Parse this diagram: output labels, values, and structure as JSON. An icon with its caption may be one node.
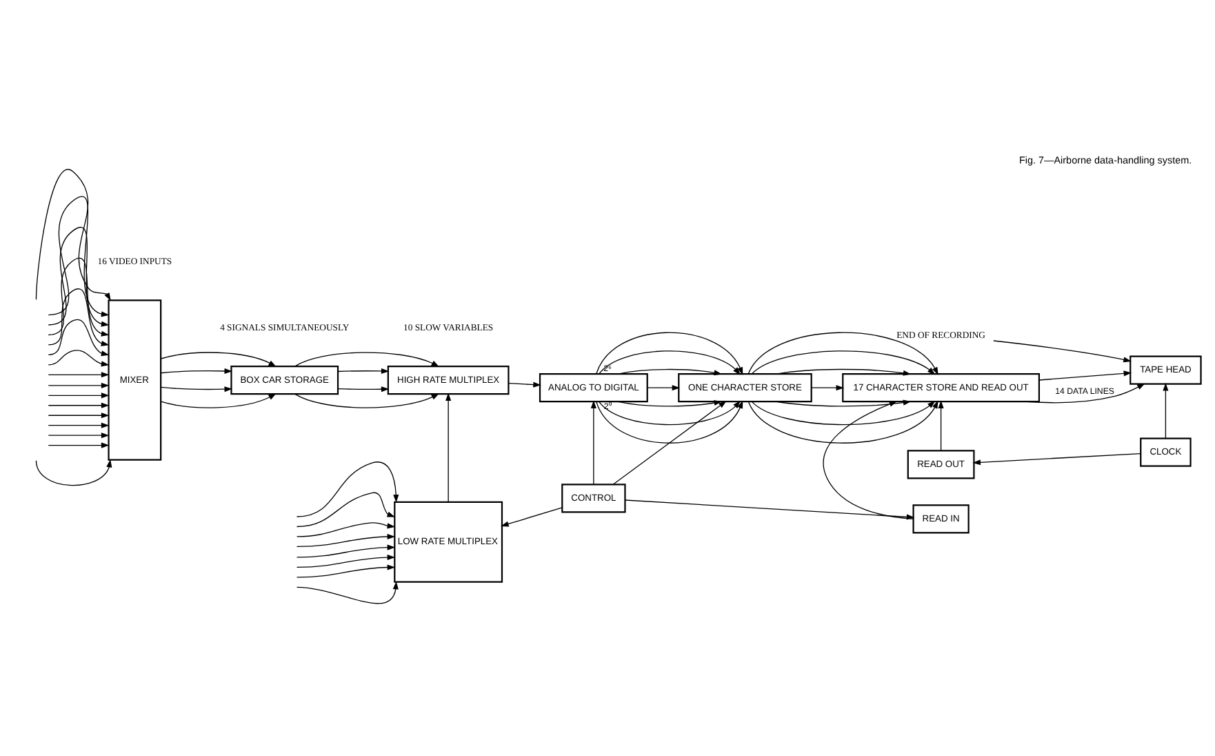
{
  "diagram": {
    "caption": "Fig. 7—Airborne data-handling system.",
    "nodes": [
      {
        "text": [
          "MIXER"
        ]
      },
      {
        "text": [
          "BOX CAR STORAGE"
        ]
      },
      {
        "text": [
          "HIGH RATE MULTIPLEX"
        ]
      },
      {
        "text": [
          "ANALOG TO DIGITAL"
        ]
      },
      {
        "text": [
          "ONE CHARACTER STORE"
        ]
      },
      {
        "text": [
          "17 CHARACTER STORE AND READ OUT"
        ]
      },
      {
        "text": [
          "TAPE HEAD"
        ]
      },
      {
        "text": [
          "END OF RECORDING"
        ]
      },
      {
        "text": [
          "LOW RATE MULTIPLEX"
        ]
      },
      {
        "text": [
          "CONTROL"
        ]
      },
      {
        "text": [
          "READ IN"
        ]
      },
      {
        "text": [
          "READ OUT"
        ]
      },
      {
        "text": [
          "CLOCK"
        ]
      }
    ],
    "edges": [
      {
        "from": null,
        "to": 0,
        "arrow": "to"
      },
      {
        "from": null,
        "to": 0,
        "arrow": "to"
      },
      {
        "from": null,
        "to": 0,
        "arrow": "to"
      },
      {
        "from": null,
        "to": 0,
        "arrow": "to"
      },
      {
        "from": null,
        "to": 0,
        "arrow": "to"
      },
      {
        "from": null,
        "to": 0,
        "arrow": "to"
      },
      {
        "from": null,
        "to": 0,
        "arrow": "to"
      },
      {
        "from": null,
        "to": 0,
        "arrow": "to"
      },
      {
        "from": null,
        "to": 0,
        "arrow": "to"
      },
      {
        "from": null,
        "to": 0,
        "arrow": "to"
      },
      {
        "from": null,
        "to": 0,
        "arrow": "to"
      },
      {
        "from": null,
        "to": 0,
        "arrow": "to"
      },
      {
        "from": null,
        "to": 0,
        "arrow": "to"
      },
      {
        "from": null,
        "to": 0,
        "arrow": "to"
      },
      {
        "from": null,
        "to": 0,
        "arrow": "to"
      },
      {
        "from": null,
        "to": 0,
        "arrow": "to"
      },
      {
        "from": 0,
        "to": 1,
        "arrow": "to"
      },
      {
        "from": 0,
        "to": 1,
        "arrow": "to"
      },
      {
        "from": 0,
        "to": 1,
        "arrow": "to"
      },
      {
        "from": 0,
        "to": 1,
        "arrow": "to"
      },
      {
        "from": 1,
        "to": 2,
        "arrow": "to"
      },
      {
        "from": 1,
        "to": 2,
        "arrow": "to"
      },
      {
        "from": 1,
        "to": 2,
        "arrow": "to"
      },
      {
        "from": 1,
        "to": 2,
        "arrow": "to"
      },
      {
        "from": 2,
        "to": 3,
        "arrow": "to"
      },
      {
        "from": 3,
        "to": 4,
        "arrow": "to",
        "label": "2⁰"
      },
      {
        "from": 3,
        "to": 4,
        "arrow": "to"
      },
      {
        "from": 3,
        "to": 4,
        "arrow": "to"
      },
      {
        "from": 3,
        "to": 4,
        "arrow": "to"
      },
      {
        "from": 3,
        "to": 4,
        "arrow": "to"
      },
      {
        "from": 3,
        "to": 4,
        "arrow": "to"
      },
      {
        "from": 3,
        "to": 4,
        "arrow": "to",
        "label": "2⁶"
      },
      {
        "from": 4,
        "to": 5,
        "arrow": "to"
      },
      {
        "from": 4,
        "to": 5,
        "arrow": "to"
      },
      {
        "from": 4,
        "to": 5,
        "arrow": "to"
      },
      {
        "from": 4,
        "to": 5,
        "arrow": "to"
      },
      {
        "from": 4,
        "to": 5,
        "arrow": "to"
      },
      {
        "from": 4,
        "to": 5,
        "arrow": "to"
      },
      {
        "from": 4,
        "to": 5,
        "arrow": "to"
      },
      {
        "from": 5,
        "to": 6,
        "arrow": "to",
        "label": "14 DATA LINES"
      },
      {
        "from": 5,
        "to": 6,
        "arrow": "to"
      },
      {
        "from": 7,
        "to": 6,
        "arrow": "to"
      },
      {
        "from": 8,
        "to": 2,
        "arrow": "to"
      },
      {
        "from": 9,
        "to": 3,
        "arrow": "to"
      },
      {
        "from": 9,
        "to": 4,
        "arrow": "to"
      },
      {
        "from": 9,
        "to": 8,
        "arrow": "to"
      },
      {
        "from": 9,
        "to": 10,
        "arrow": "to"
      },
      {
        "from": 10,
        "to": 5,
        "arrow": "to"
      },
      {
        "from": 11,
        "to": 5,
        "arrow": "to"
      },
      {
        "from": 12,
        "to": 11,
        "arrow": "to"
      },
      {
        "from": 12,
        "to": 6,
        "arrow": "to"
      },
      {
        "from": null,
        "to": 8,
        "arrow": "to"
      },
      {
        "from": null,
        "to": 8,
        "arrow": "to"
      },
      {
        "from": null,
        "to": 8,
        "arrow": "to"
      },
      {
        "from": null,
        "to": 8,
        "arrow": "to"
      },
      {
        "from": null,
        "to": 8,
        "arrow": "to"
      },
      {
        "from": null,
        "to": 8,
        "arrow": "to"
      },
      {
        "from": null,
        "to": 8,
        "arrow": "to"
      },
      {
        "from": null,
        "to": 8,
        "arrow": "to"
      }
    ],
    "labels": [
      "4 SIGNALS SIMULTANEOUSLY",
      "16 VIDEO INPUTS",
      "10 SLOW VARIABLES"
    ]
  }
}
